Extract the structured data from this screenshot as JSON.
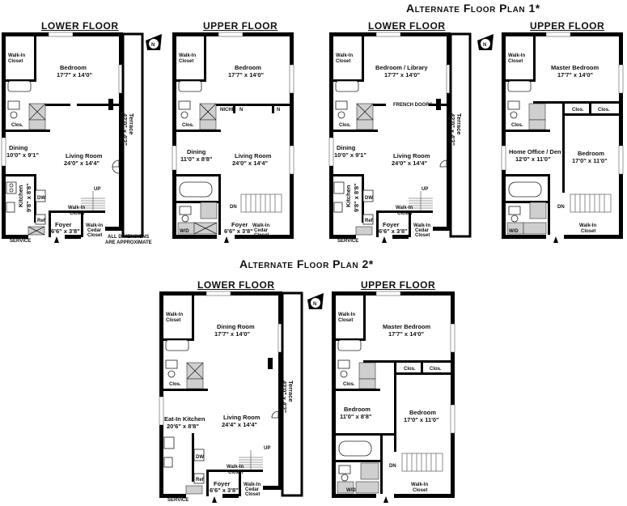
{
  "titles": {
    "alt1": "Alternate Floor Plan 1*",
    "alt2": "Alternate Floor Plan 2*"
  },
  "headers": {
    "lower": "LOWER FLOOR",
    "upper": "UPPER FLOOR"
  },
  "common": {
    "walk_in_closet_a": "Walk-In",
    "walk_in_closet_b": "Closet",
    "clos": "Clos.",
    "ref": "Ref",
    "dw": "DW",
    "wd": "W/D",
    "service": "SERVICE",
    "up": "UP",
    "dn": "DN",
    "niche": "NICHE",
    "n": "N",
    "approx_1": "ALL DIMENSIONS",
    "approx_2": "ARE APPROXIMATE",
    "french_doors": "FRENCH DOORS",
    "compass": "N"
  },
  "rooms": {
    "bedroom": "Bedroom",
    "bedroom_dim": "17'7\" x 14'0\"",
    "dining": "Dining",
    "dining_dim": "10'0\" x 9'1\"",
    "dining_up": "Dining",
    "dining_up_dim": "11'0\" x 8'8\"",
    "living": "Living Room",
    "living_dim": "24'0\" x 14'4\"",
    "living2_dim": "24'4\" x 14'4\"",
    "kitchen": "Kitchen",
    "kitchen_dim": "9'8\" x 8'8\"",
    "foyer": "Foyer",
    "foyer_dim": "6'6\" x 3'8\"",
    "cedar_a": "Walk-In",
    "cedar_b": "Cedar",
    "cedar_c": "Closet",
    "terrace": "Terrace",
    "terrace_dim": "42'0\" x 4'2\"",
    "library": "Bedroom / Library",
    "master": "Master Bedroom",
    "home_office": "Home Office / Den",
    "home_office_dim": "12'0\" x 11'0\"",
    "bedroom2_dim": "17'0\" x 11'0\"",
    "dining_room": "Dining Room",
    "eat_in": "Eat-In Kitchen",
    "eat_in_dim": "20'6\" x 8'8\"",
    "bedroom3_dim": "11'0\" x 8'8\""
  }
}
